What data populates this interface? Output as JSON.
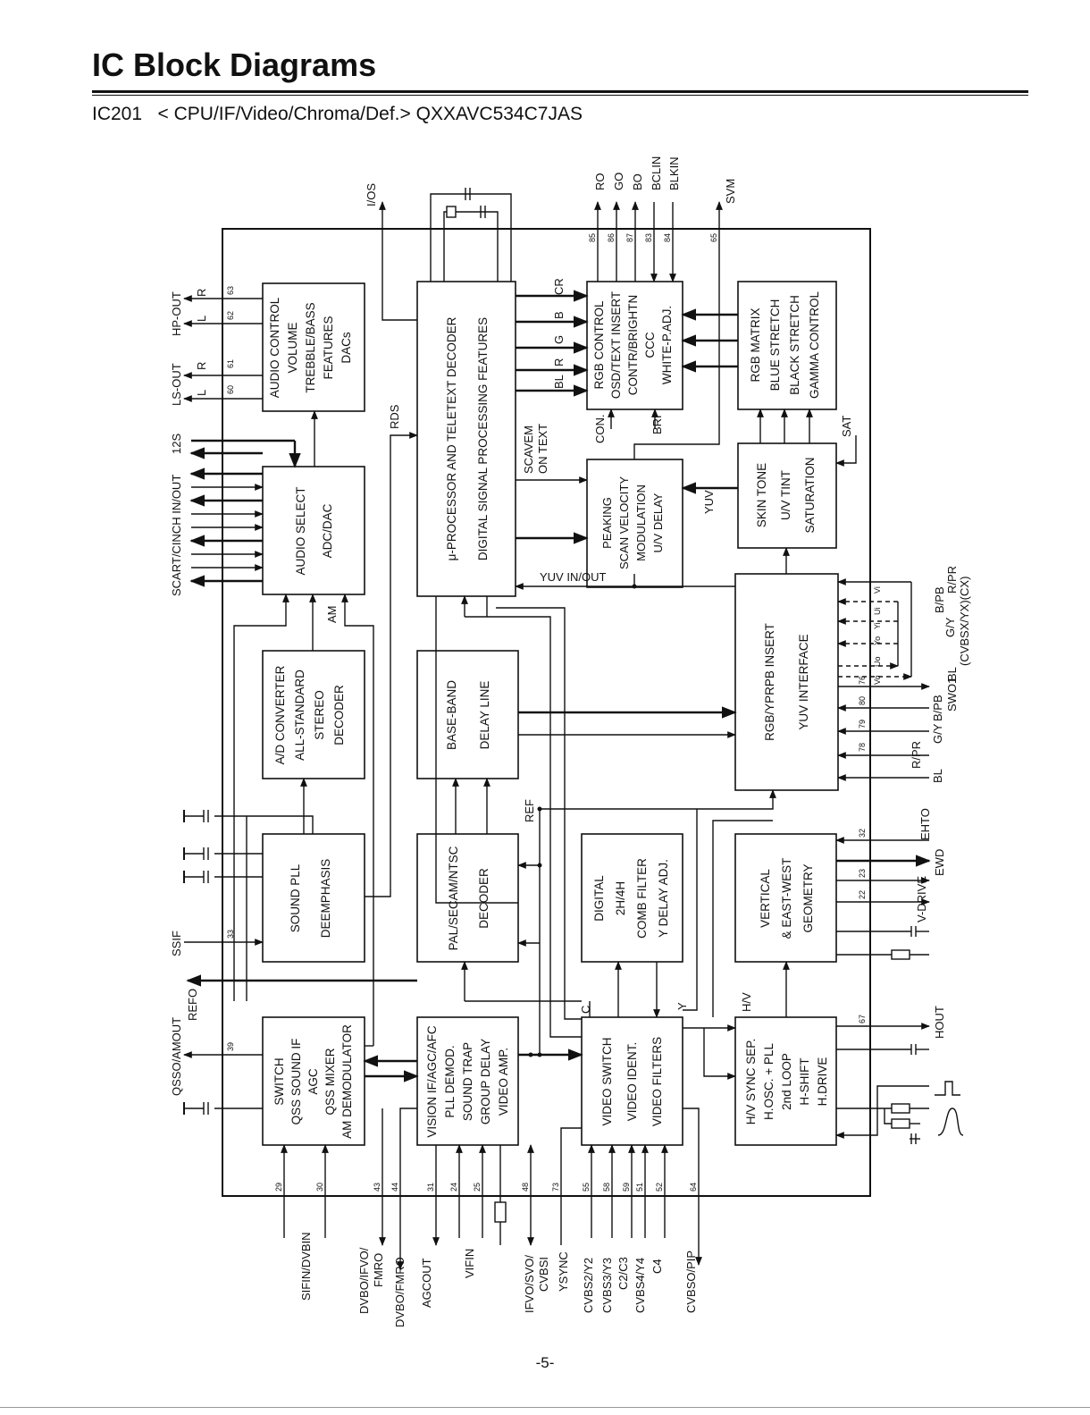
{
  "header": {
    "title": "IC Block Diagrams",
    "subtitle": "IC201   < CPU/IF/Video/Chroma/Def.> QXXAVC534C7JAS"
  },
  "blocks": {
    "audio_control": [
      "AUDIO CONTROL",
      "VOLUME",
      "TREBBLE/BASS",
      "FEATURES",
      "DACs"
    ],
    "audio_select": [
      "AUDIO SELECT",
      "ADC/DAC"
    ],
    "ad_converter": [
      "A/D CONVERTER",
      "ALL-STANDARD",
      "STEREO",
      "DECODER"
    ],
    "sound_pll": [
      "SOUND PLL",
      "DEEMPHASIS"
    ],
    "switch_qss": [
      "SWITCH",
      "QSS SOUND IF",
      "AGC",
      "QSS MIXER",
      "AM DEMODULATOR"
    ],
    "processor": [
      "μ-PROCESSOR AND TELETEXT DECODER",
      "DIGITAL SIGNAL PROCESSING FEATURES"
    ],
    "baseband": [
      "BASE-BAND",
      "DELAY LINE"
    ],
    "pal_secam": [
      "PAL/SECAM/NTSC",
      "DECODER"
    ],
    "vision_if": [
      "VISION IF/AGC/AFC",
      "PLL DEMOD.",
      "SOUND TRAP",
      "GROUP DELAY",
      "VIDEO AMP."
    ],
    "rgb_control": [
      "RGB CONTROL",
      "OSD/TEXT INSERT",
      "CONTR/BRIGHTN",
      "CCC",
      "WHITE-P.ADJ."
    ],
    "peaking": [
      "PEAKING",
      "SCAN VELOCITY",
      "MODULATION",
      "U/V DELAY"
    ],
    "digital_comb": [
      "DIGITAL",
      "2H/4H",
      "COMB FILTER",
      "Y DELAY ADJ."
    ],
    "video_switch": [
      "VIDEO SWITCH",
      "VIDEO IDENT.",
      "VIDEO FILTERS"
    ],
    "rgb_matrix": [
      "RGB MATRIX",
      "BLUE STRETCH",
      "BLACK STRETCH",
      "GAMMA CONTROL"
    ],
    "skin_tone": [
      "SKIN TONE",
      "U/V TINT",
      "SATURATION"
    ],
    "rgb_insert": [
      "RGB/YPRPB INSERT",
      "YUV INTERFACE"
    ],
    "vertical": [
      "VERTICAL",
      "& EAST-WEST",
      "GEOMETRY"
    ],
    "hv_sync": [
      "H/V SYNC SEP.",
      "H.OSC. + PLL",
      "2nd LOOP",
      "H-SHIFT",
      "H.DRIVE"
    ]
  },
  "signals": {
    "left_labels": [
      "HP-OUT",
      "R",
      "L",
      "LS-OUT",
      "R",
      "L",
      "12S",
      "SCART/CINCH IN/OUT",
      "SSIF",
      "QSSO/AMOUT",
      "REFO"
    ],
    "top_labels": [
      "I/OS",
      "RO",
      "GO",
      "BO",
      "BCLIN",
      "BLKIN",
      "SVM"
    ],
    "bottom_labels": [
      "SIFIN/DVBIN",
      "DVBO/IFVO/",
      "FMRO",
      "DVBO/FMRO",
      "AGCOUT",
      "VIFIN",
      "IFVO/SVO/",
      "CVBSI",
      "YSYNC",
      "CVBS2/Y2",
      "CVBS3/Y3",
      "C2/C3",
      "CVBS4/Y4",
      "C4",
      "CVBSO/PIP"
    ],
    "right_labels": [
      "R/PR",
      "B/PB",
      "G/Y",
      "(CVBSX/YX)(CX)",
      "SWO1",
      "BL",
      "B/PB",
      "G/Y",
      "R/PR",
      "BL",
      "EHTO",
      "EWD",
      "V-DRIVE",
      "HOUT"
    ],
    "internal_labels": [
      "CR",
      "B",
      "G",
      "R",
      "BL",
      "CON.",
      "BRI",
      "SAT",
      "YUV",
      "SCAVEM",
      "ON TEXT",
      "YUV IN/OUT",
      "RDS",
      "AM",
      "REF",
      "C",
      "Y",
      "H/V",
      "Vi",
      "Ui",
      "Yi",
      "Yo",
      "Uo",
      "Vo"
    ]
  },
  "pins": [
    "63",
    "62",
    "61",
    "60",
    "33",
    "39",
    "29",
    "30",
    "43",
    "44",
    "31",
    "24",
    "25",
    "48",
    "73",
    "55",
    "58",
    "59",
    "51",
    "52",
    "64",
    "85",
    "86",
    "87",
    "83",
    "84",
    "65",
    "76",
    "80",
    "79",
    "78",
    "32",
    "23",
    "22",
    "67"
  ],
  "footer": {
    "page": "-5-"
  }
}
